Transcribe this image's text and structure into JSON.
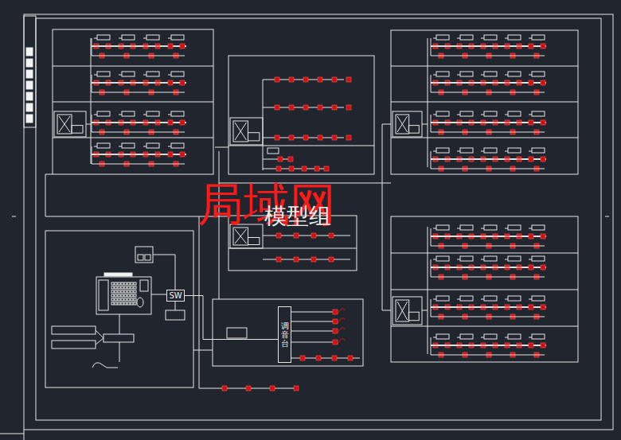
{
  "diagram": {
    "nodes": [
      {
        "text": [
          "SW"
        ]
      },
      {
        "text": [
          "调音台"
        ]
      }
    ],
    "edges": [
      {
        "from": 0,
        "to": 1,
        "arrow": "none"
      }
    ],
    "labels": [
      "局域网",
      "模型组"
    ]
  }
}
